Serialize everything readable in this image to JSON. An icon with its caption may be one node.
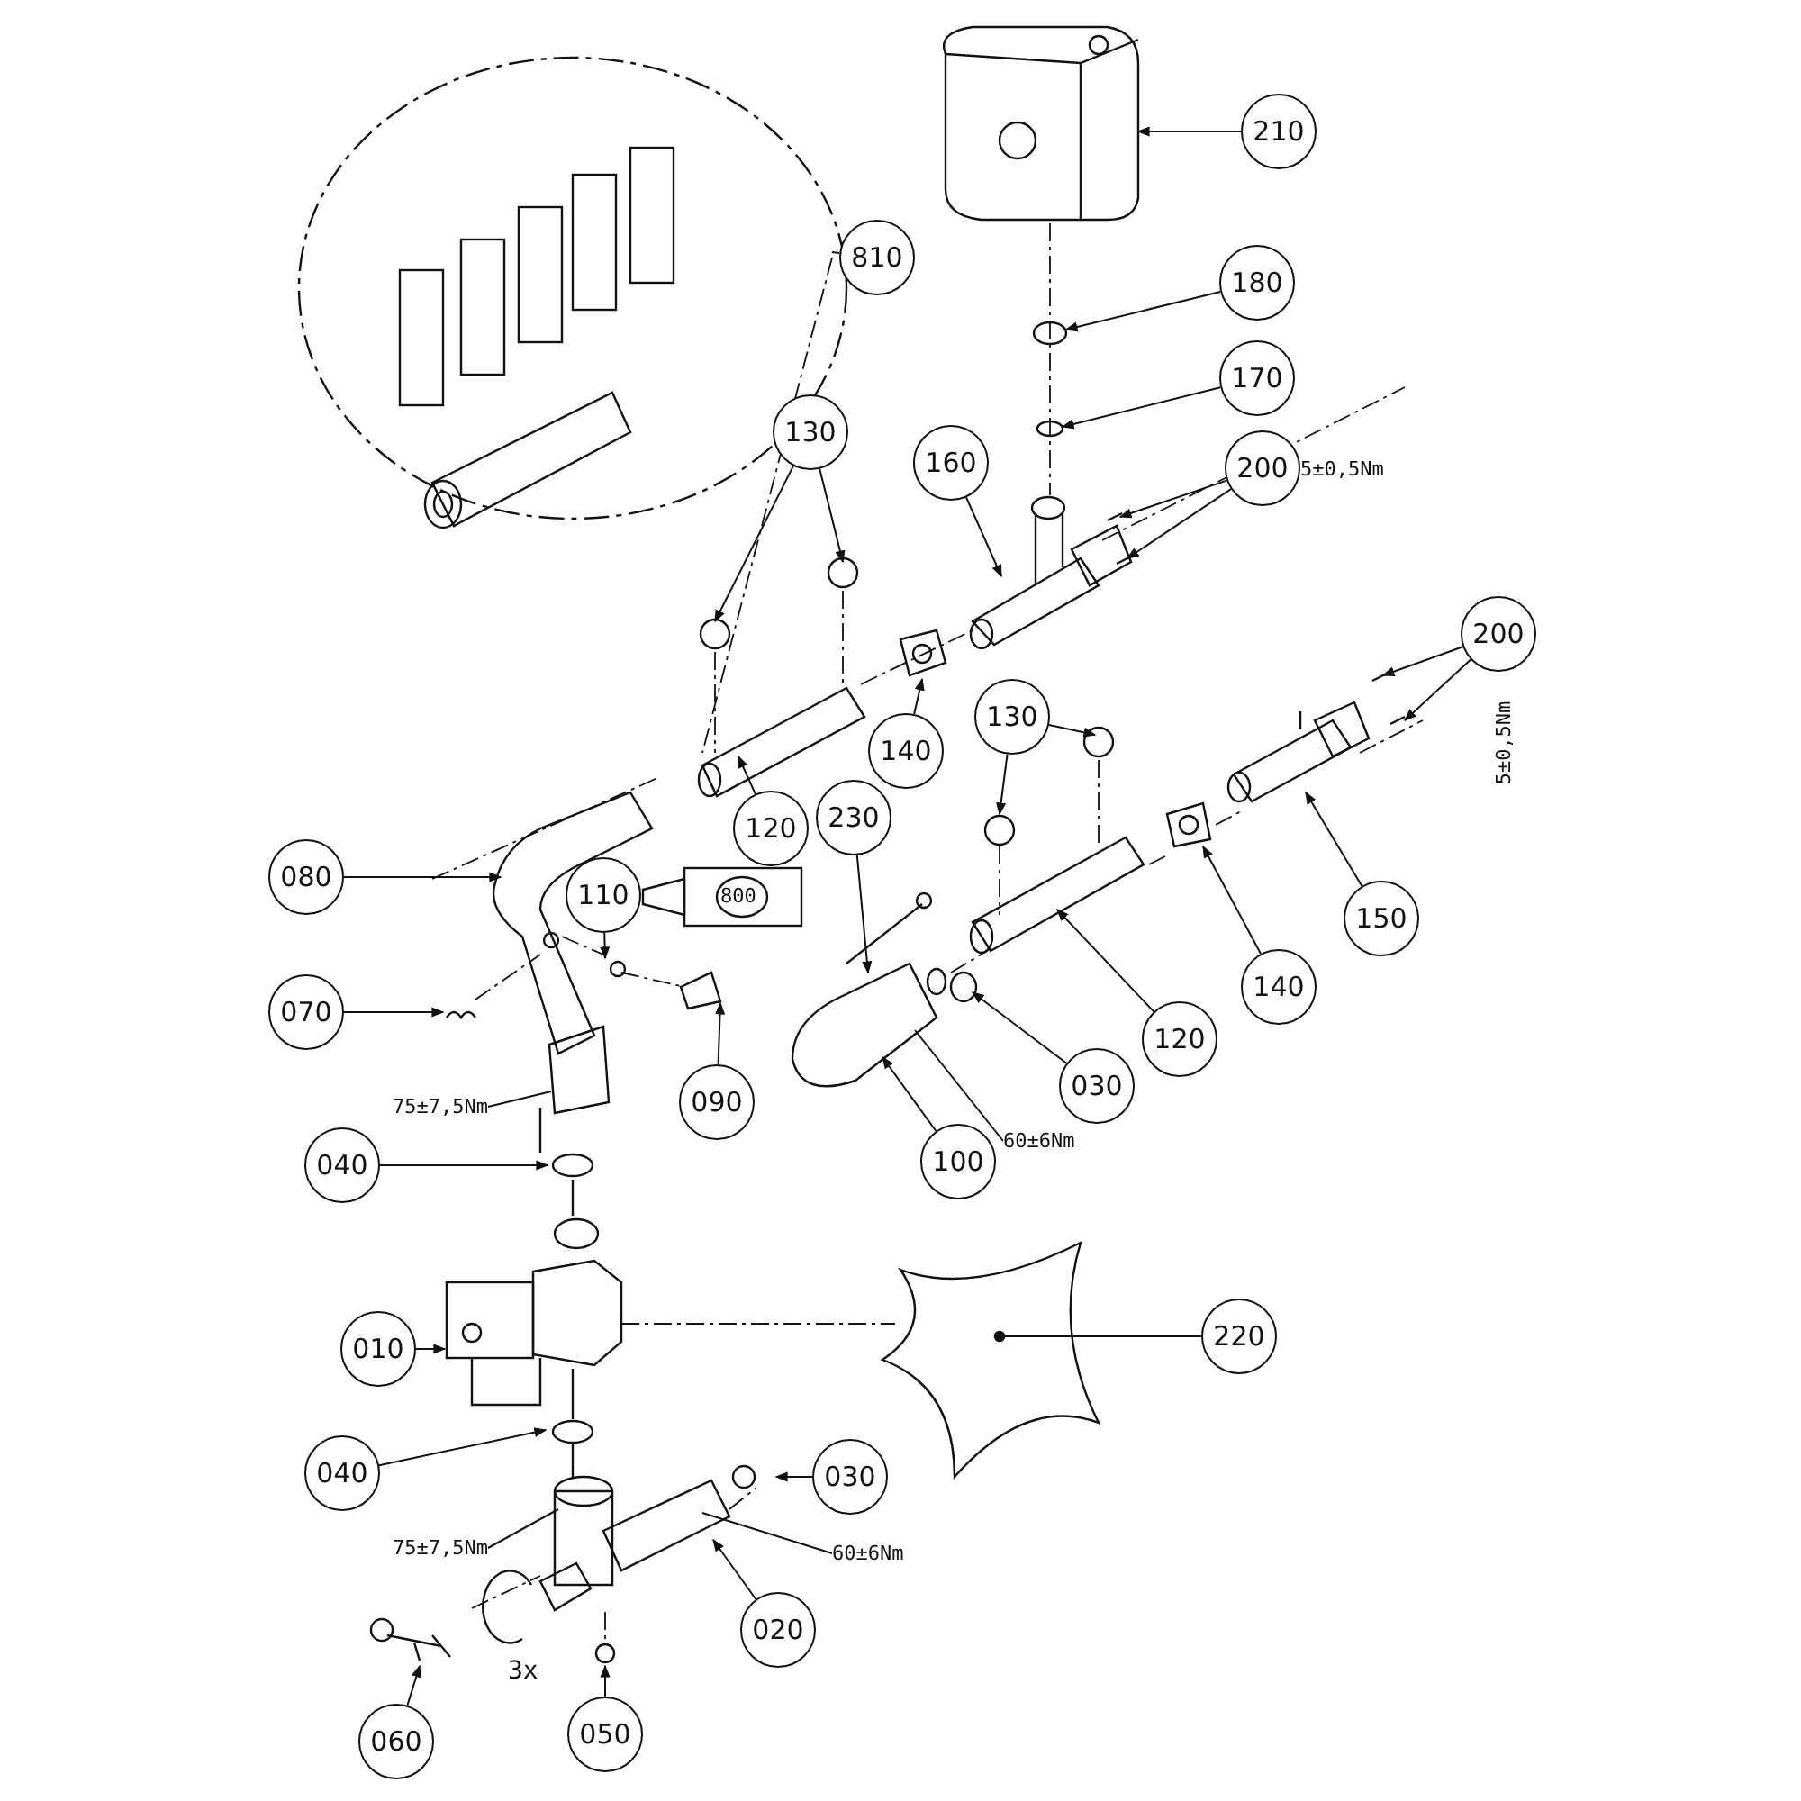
{
  "diagram": {
    "nodes": [
      {
        "text": [
          "210"
        ]
      },
      {
        "text": [
          "180"
        ]
      },
      {
        "text": [
          "170"
        ]
      },
      {
        "text": [
          "810"
        ]
      },
      {
        "text": [
          "130"
        ]
      },
      {
        "text": [
          "160"
        ]
      },
      {
        "text": [
          "200"
        ]
      },
      {
        "text": [
          "140"
        ]
      },
      {
        "text": [
          "120"
        ]
      },
      {
        "text": [
          "230"
        ]
      },
      {
        "text": [
          "110"
        ]
      },
      {
        "text": [
          "080"
        ]
      },
      {
        "text": [
          "070"
        ]
      },
      {
        "text": [
          "090"
        ]
      },
      {
        "text": [
          "130"
        ]
      },
      {
        "text": [
          "120"
        ]
      },
      {
        "text": [
          "140"
        ]
      },
      {
        "text": [
          "200"
        ]
      },
      {
        "text": [
          "150"
        ]
      },
      {
        "text": [
          "030"
        ]
      },
      {
        "text": [
          "100"
        ]
      },
      {
        "text": [
          "60±6Nm"
        ]
      },
      {
        "text": [
          "75±7,5Nm"
        ]
      },
      {
        "text": [
          "040"
        ]
      },
      {
        "text": [
          "010"
        ]
      },
      {
        "text": [
          "220"
        ]
      },
      {
        "text": [
          "040"
        ]
      },
      {
        "text": [
          "030"
        ]
      },
      {
        "text": [
          "75±7,5Nm"
        ]
      },
      {
        "text": [
          "60±6Nm"
        ]
      },
      {
        "text": [
          "020"
        ]
      },
      {
        "text": [
          "050"
        ]
      },
      {
        "text": [
          "060"
        ]
      }
    ],
    "edges": [
      {
        "from": 0,
        "to": null,
        "arrow": "to"
      },
      {
        "from": 1,
        "to": null,
        "arrow": "to"
      },
      {
        "from": 2,
        "to": null,
        "arrow": "to"
      },
      {
        "from": 3,
        "to": null,
        "arrow": "none"
      },
      {
        "from": 4,
        "to": null,
        "arrow": "to"
      },
      {
        "from": 4,
        "to": null,
        "arrow": "to"
      },
      {
        "from": 5,
        "to": null,
        "arrow": "to"
      },
      {
        "from": 6,
        "to": null,
        "arrow": "to"
      },
      {
        "from": 6,
        "to": null,
        "arrow": "to"
      },
      {
        "from": 7,
        "to": null,
        "arrow": "to"
      },
      {
        "from": 8,
        "to": null,
        "arrow": "to"
      },
      {
        "from": 9,
        "to": null,
        "arrow": "to"
      },
      {
        "from": 10,
        "to": null,
        "arrow": "to"
      },
      {
        "from": 11,
        "to": null,
        "arrow": "to"
      },
      {
        "from": 12,
        "to": null,
        "arrow": "to"
      },
      {
        "from": 13,
        "to": null,
        "arrow": "to"
      },
      {
        "from": 14,
        "to": null,
        "arrow": "to"
      },
      {
        "from": 14,
        "to": null,
        "arrow": "to"
      },
      {
        "from": 15,
        "to": null,
        "arrow": "to"
      },
      {
        "from": 16,
        "to": null,
        "arrow": "to"
      },
      {
        "from": 17,
        "to": null,
        "arrow": "to"
      },
      {
        "from": 17,
        "to": null,
        "arrow": "to"
      },
      {
        "from": 18,
        "to": null,
        "arrow": "to"
      },
      {
        "from": 19,
        "to": null,
        "arrow": "to"
      },
      {
        "from": 20,
        "to": null,
        "arrow": "to"
      },
      {
        "from": 21,
        "to": null,
        "arrow": "none"
      },
      {
        "from": 22,
        "to": null,
        "arrow": "none"
      },
      {
        "from": 23,
        "to": null,
        "arrow": "to"
      },
      {
        "from": 24,
        "to": null,
        "arrow": "to"
      },
      {
        "from": 25,
        "to": null,
        "arrow": "other"
      },
      {
        "from": 26,
        "to": null,
        "arrow": "to"
      },
      {
        "from": 27,
        "to": null,
        "arrow": "to"
      },
      {
        "from": 28,
        "to": null,
        "arrow": "none"
      },
      {
        "from": 29,
        "to": null,
        "arrow": "none"
      },
      {
        "from": 30,
        "to": null,
        "arrow": "to"
      },
      {
        "from": 31,
        "to": null,
        "arrow": "to"
      },
      {
        "from": 32,
        "to": null,
        "arrow": "to"
      }
    ],
    "labels": [
      "5±0,5Nm",
      "5±0,5Nm",
      "800",
      "3x"
    ]
  }
}
